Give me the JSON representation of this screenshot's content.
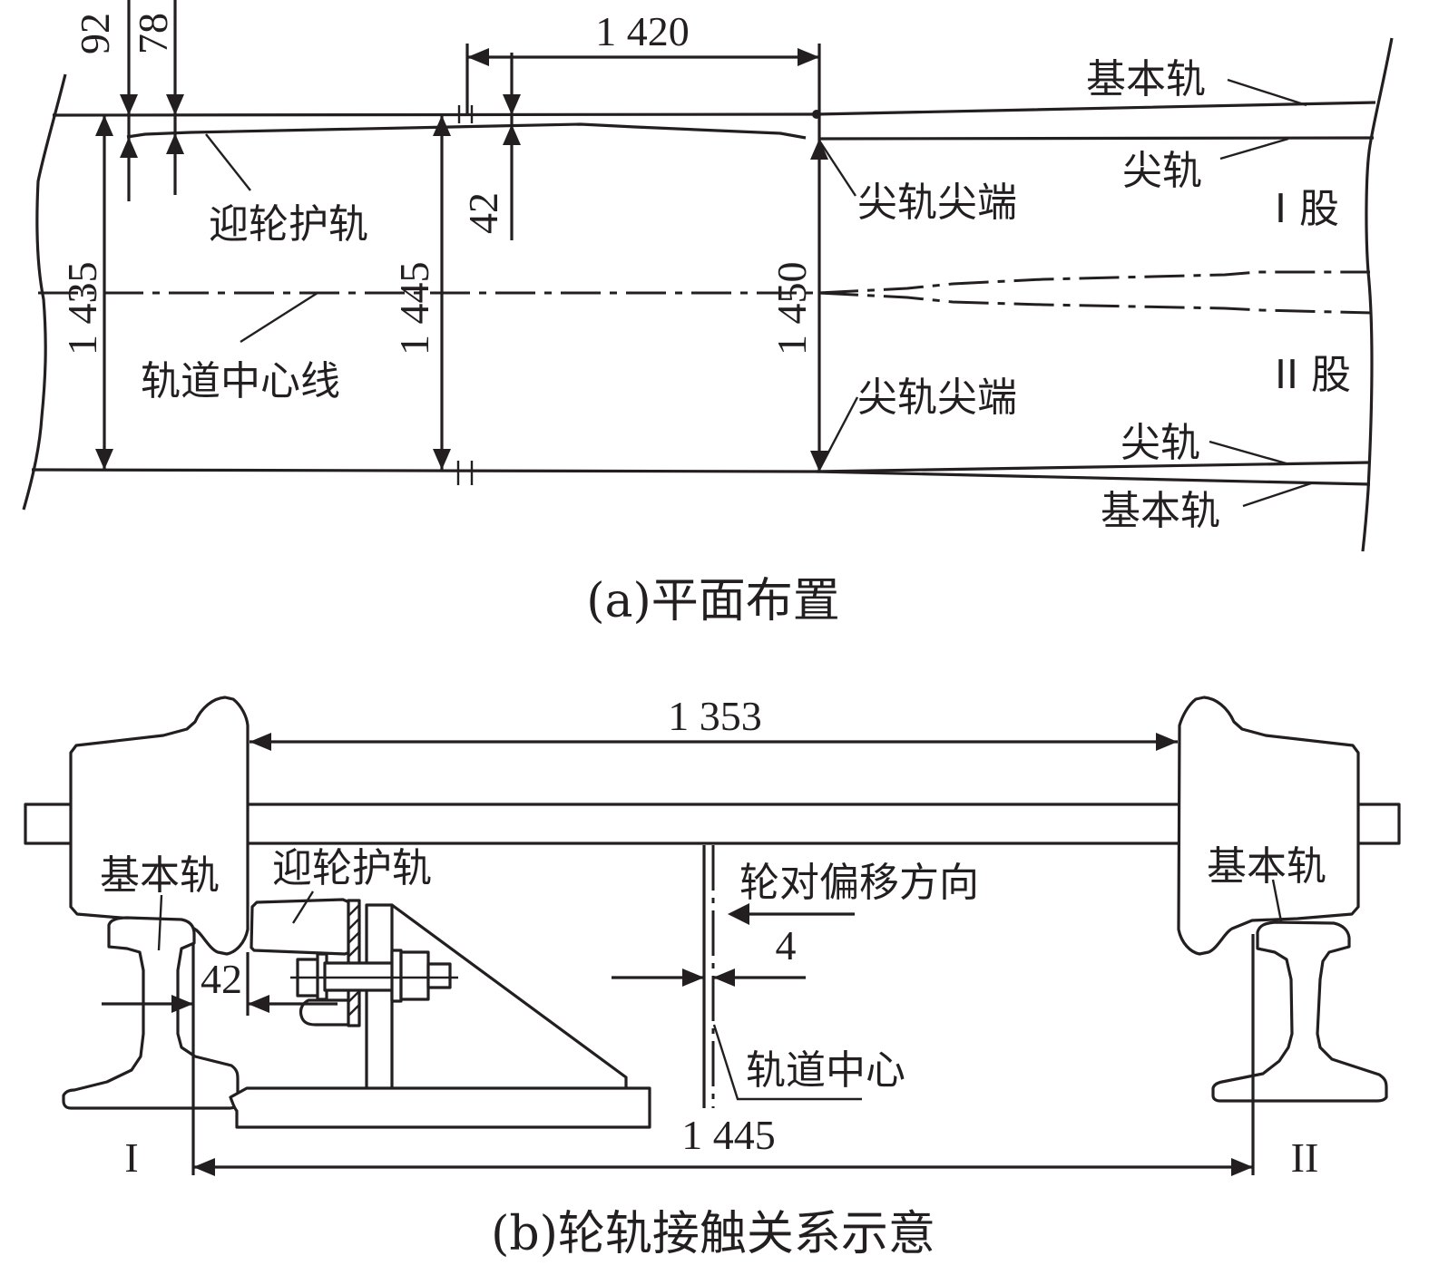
{
  "figure_a": {
    "caption": "(a)平面布置",
    "labels": {
      "stock_rail_top": "基本轨",
      "switch_rail_top": "尖轨",
      "switch_point_top": "尖轨尖端",
      "branch_1": "I 股",
      "guard_rail": "迎轮护轨",
      "track_centerline": "轨道中心线",
      "branch_2": "II 股",
      "switch_point_bottom": "尖轨尖端",
      "switch_rail_bottom": "尖轨",
      "stock_rail_bottom": "基本轨"
    },
    "dimensions": {
      "d92": "92",
      "d78": "78",
      "d1420": "1 420",
      "d42": "42",
      "d1435": "1 435",
      "d1445": "1 445",
      "d1450": "1 450"
    }
  },
  "figure_b": {
    "caption": "(b)轮轨接触关系示意",
    "labels": {
      "stock_rail_left": "基本轨",
      "guard_rail": "迎轮护轨",
      "offset_direction": "轮对偏移方向",
      "track_center": "轨道中心",
      "stock_rail_right": "基本轨",
      "side_1": "I",
      "side_2": "II"
    },
    "dimensions": {
      "d1353": "1 353",
      "d42": "42",
      "d4": "4",
      "d1445": "1 445"
    }
  }
}
